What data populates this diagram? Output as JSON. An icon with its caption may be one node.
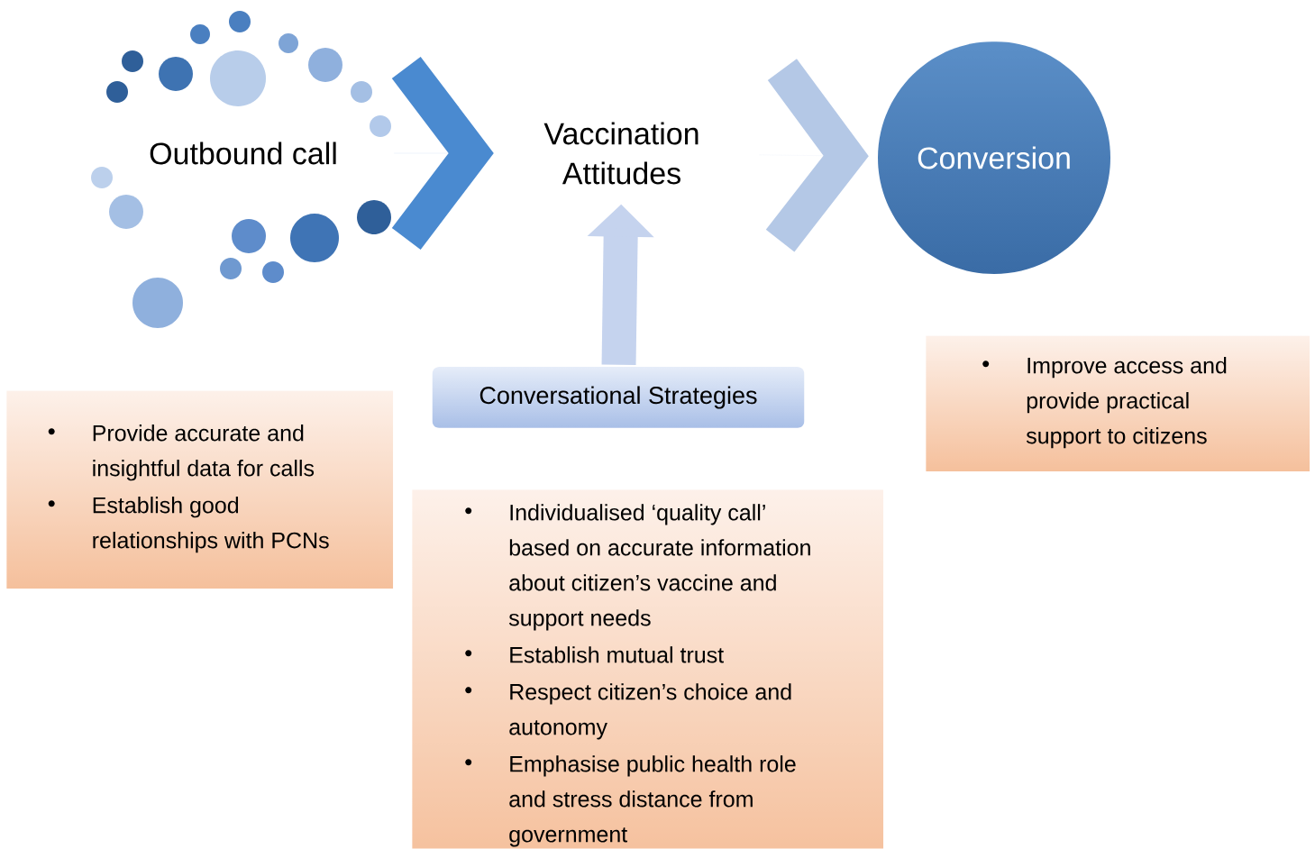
{
  "diagram": {
    "nodes": [
      {
        "text": [
          "Outbound call"
        ]
      },
      {
        "text": [
          "Vaccination Attitudes"
        ]
      },
      {
        "text": [
          "Conversion"
        ]
      },
      {
        "text": [
          "Conversational Strategies"
        ]
      },
      {
        "text": [
          "Provide accurate and insightful data for calls",
          "Establish good relationships with PCNs"
        ]
      },
      {
        "text": [
          "Individualised ‘quality call’ based on accurate information about citizen’s vaccine and support needs",
          "Establish mutual trust",
          "Respect citizen’s choice and autonomy",
          "Emphasise public health role and stress distance from government"
        ]
      },
      {
        "text": [
          "Improve access and provide practical support to citizens"
        ]
      }
    ],
    "edges": [
      {
        "from": 0,
        "to": 1,
        "arrow": "to",
        "color": "#4a8ad0"
      },
      {
        "from": 1,
        "to": 2,
        "arrow": "to",
        "color": "#b4c8e6"
      },
      {
        "from": 3,
        "to": 1,
        "arrow": "to",
        "color": "#c5d3ee"
      }
    ]
  }
}
